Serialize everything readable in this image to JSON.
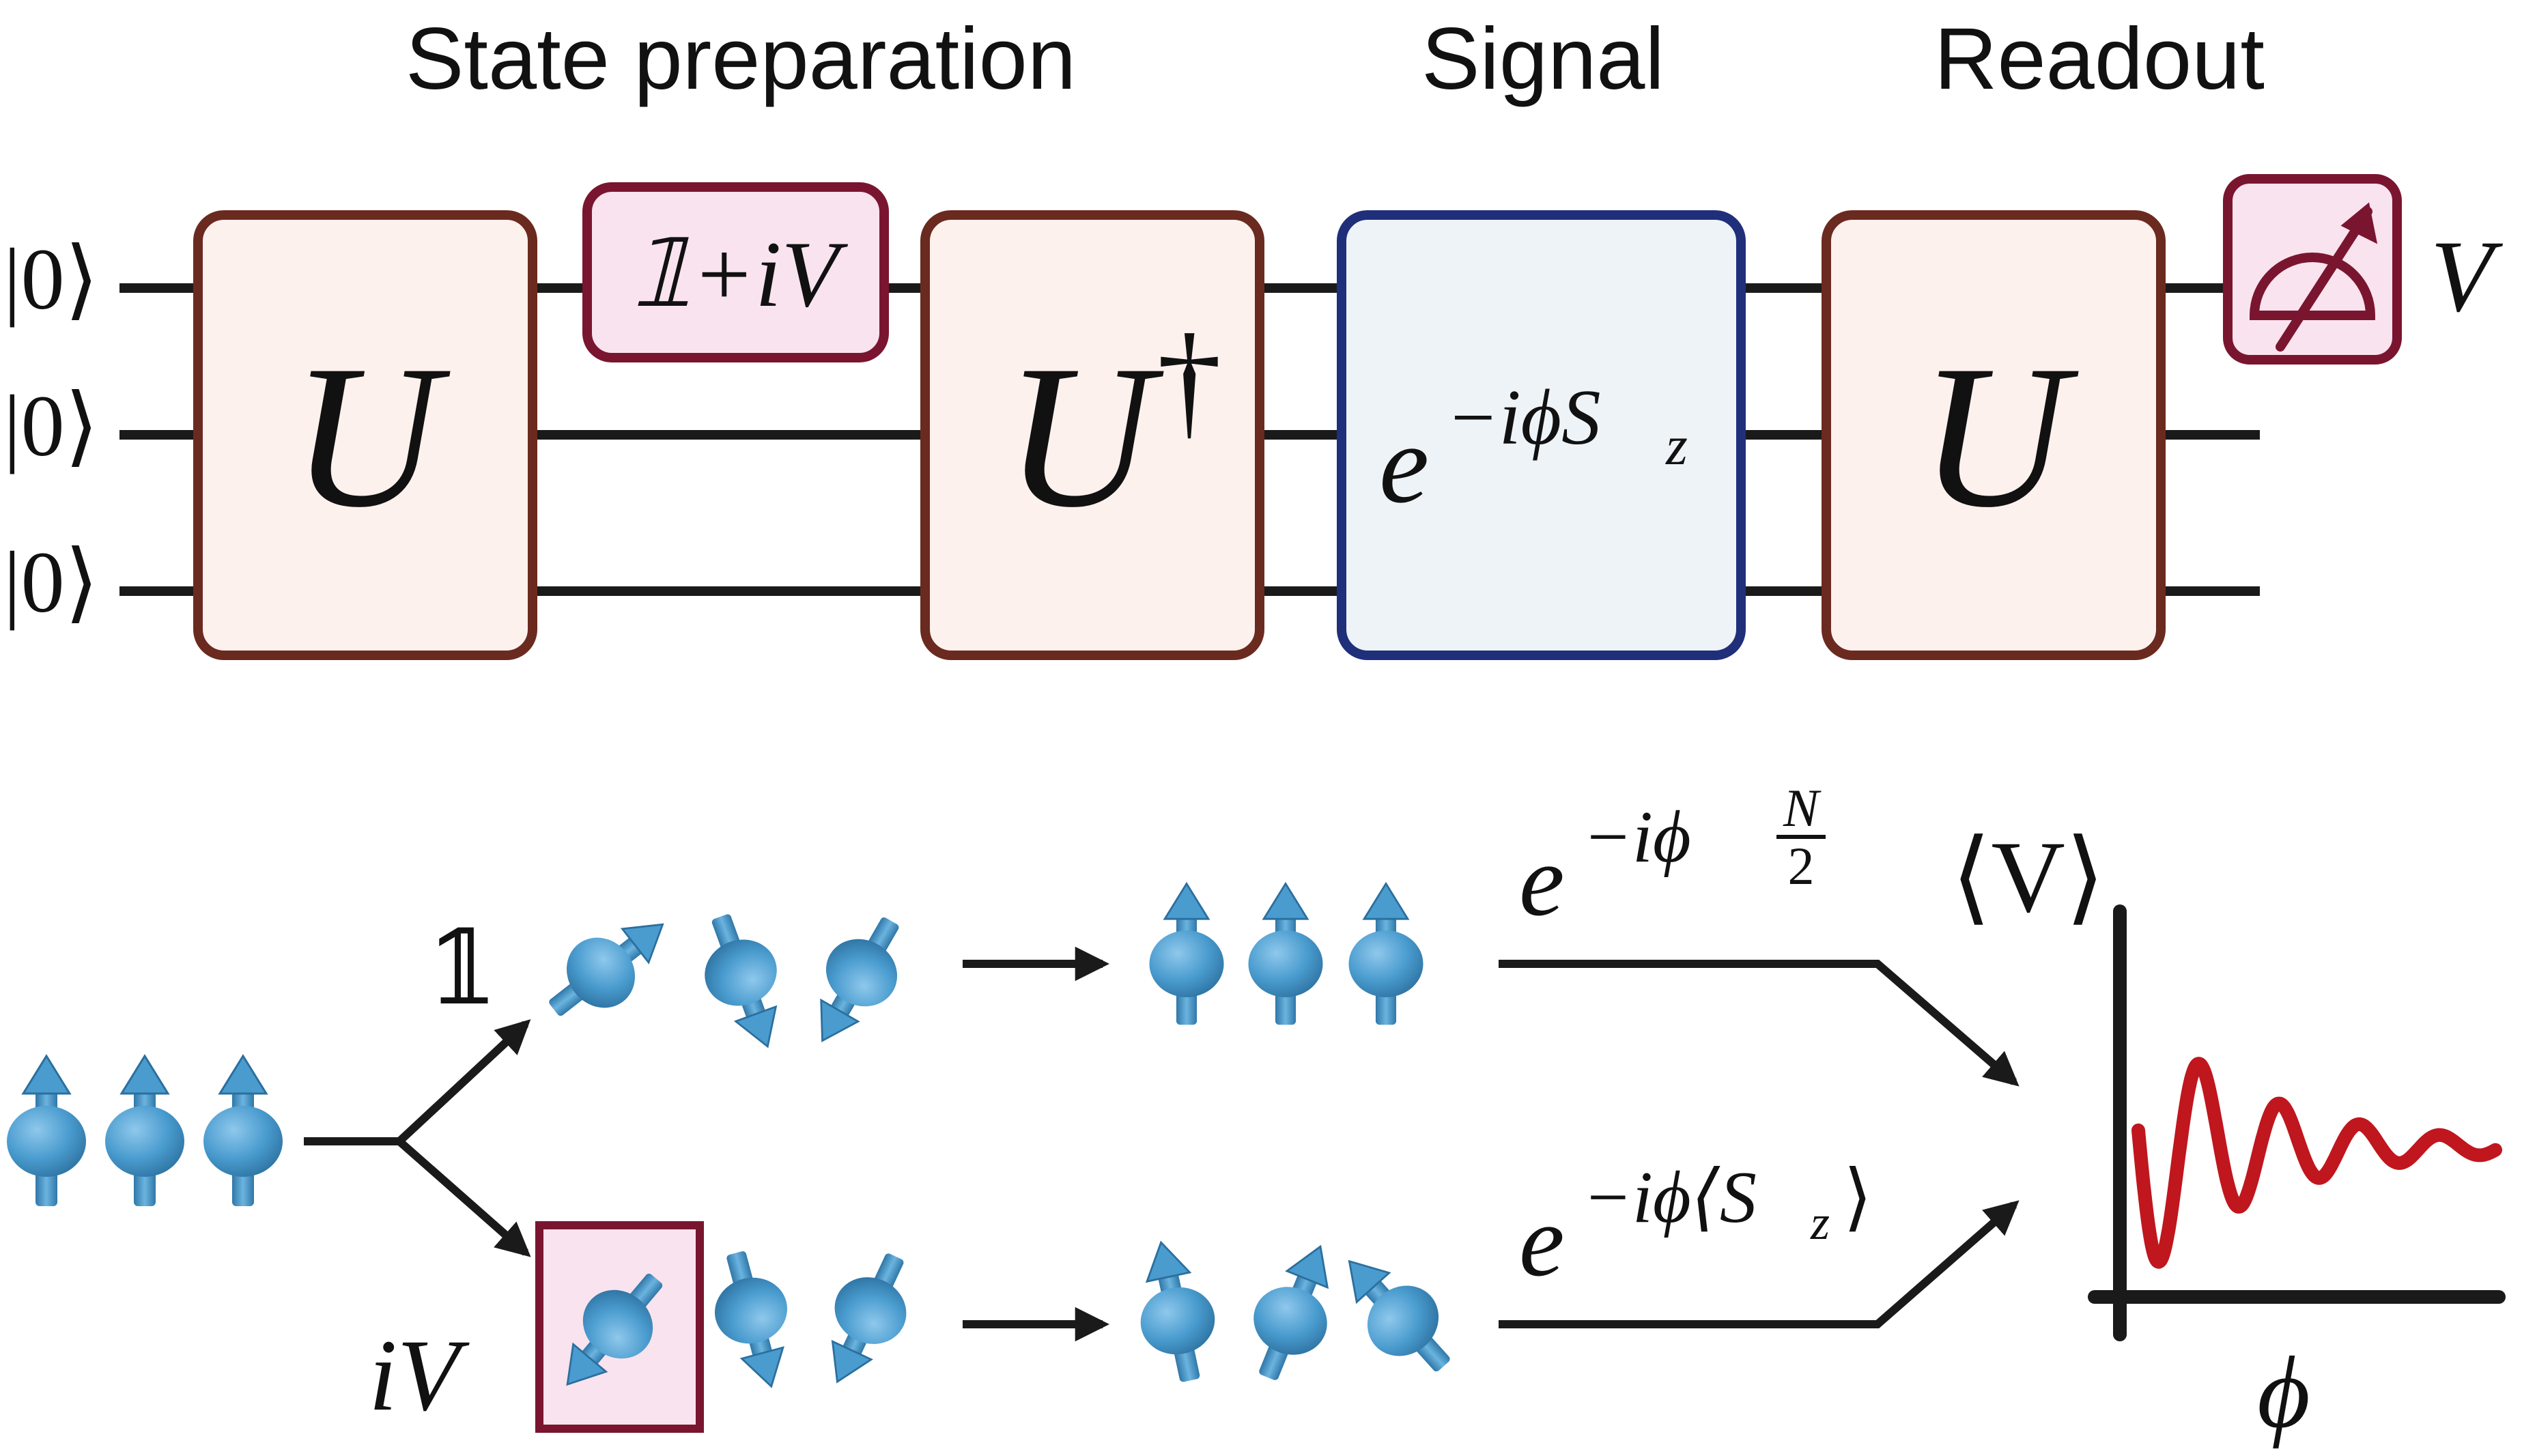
{
  "sections": {
    "state_preparation": "State preparation",
    "signal": "Signal",
    "readout": "Readout"
  },
  "kets": [
    "|0⟩",
    "|0⟩",
    "|0⟩"
  ],
  "gates": {
    "u1": "U",
    "perturb": "𝟙+iV",
    "u_dagger_base": "U",
    "u_dagger_sup": "†",
    "signal_base": "e",
    "signal_exp": "−iϕS",
    "signal_sub": "z",
    "u2": "U"
  },
  "measurement_label": "V",
  "branches": {
    "identity_label": "𝟙",
    "iv_label": "iV",
    "upper_phase_base": "e",
    "upper_phase_exp": "−iϕ",
    "upper_phase_num": "N",
    "upper_phase_den": "2",
    "lower_phase_base": "e",
    "lower_phase_exp": "−iϕ⟨S",
    "lower_phase_sub": "z",
    "lower_phase_close": "⟩"
  },
  "plot": {
    "ylabel": "⟨V⟩",
    "xlabel": "ϕ"
  },
  "colors": {
    "gate_u_border": "#6b2a1f",
    "gate_u_fill": "#fdf1ee",
    "signal_border": "#1f2f7a",
    "signal_fill": "#eef3f8",
    "perturb_border": "#7a1530",
    "perturb_fill": "#f9e3ee",
    "wire": "#1a1a1a",
    "spin": "#4a9ccf",
    "curve": "#c0161e"
  }
}
